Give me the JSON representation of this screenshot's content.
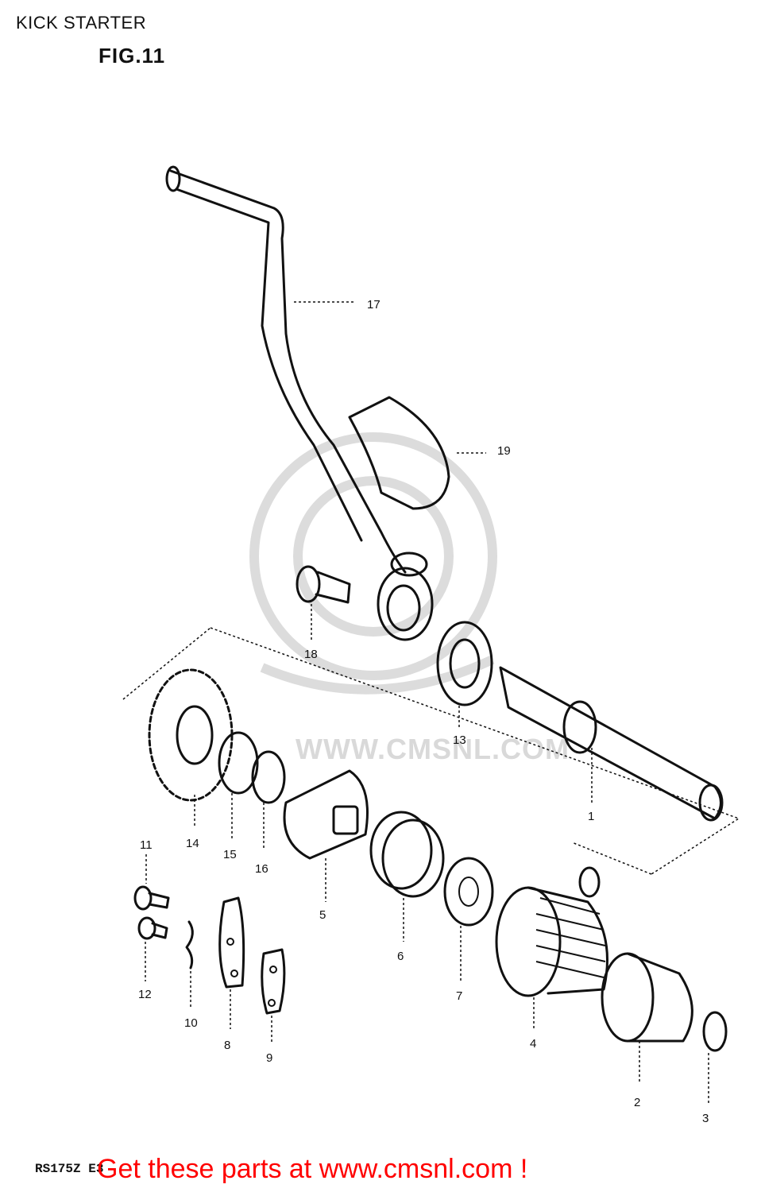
{
  "header": {
    "title": "KICK STARTER",
    "figure": "FIG.11"
  },
  "watermark": {
    "text": "WWW.CMSNL.COM"
  },
  "footer": {
    "model_code": "RS175Z E3",
    "cta": "Get these parts at www.cmsnl.com !"
  },
  "callouts": [
    "1",
    "2",
    "3",
    "4",
    "5",
    "6",
    "7",
    "8",
    "9",
    "10",
    "11",
    "12",
    "13",
    "14",
    "15",
    "16",
    "17",
    "18",
    "19"
  ],
  "colors": {
    "cta": "#ff0000",
    "line": "#111111",
    "watermark": "#dcdcdc"
  }
}
